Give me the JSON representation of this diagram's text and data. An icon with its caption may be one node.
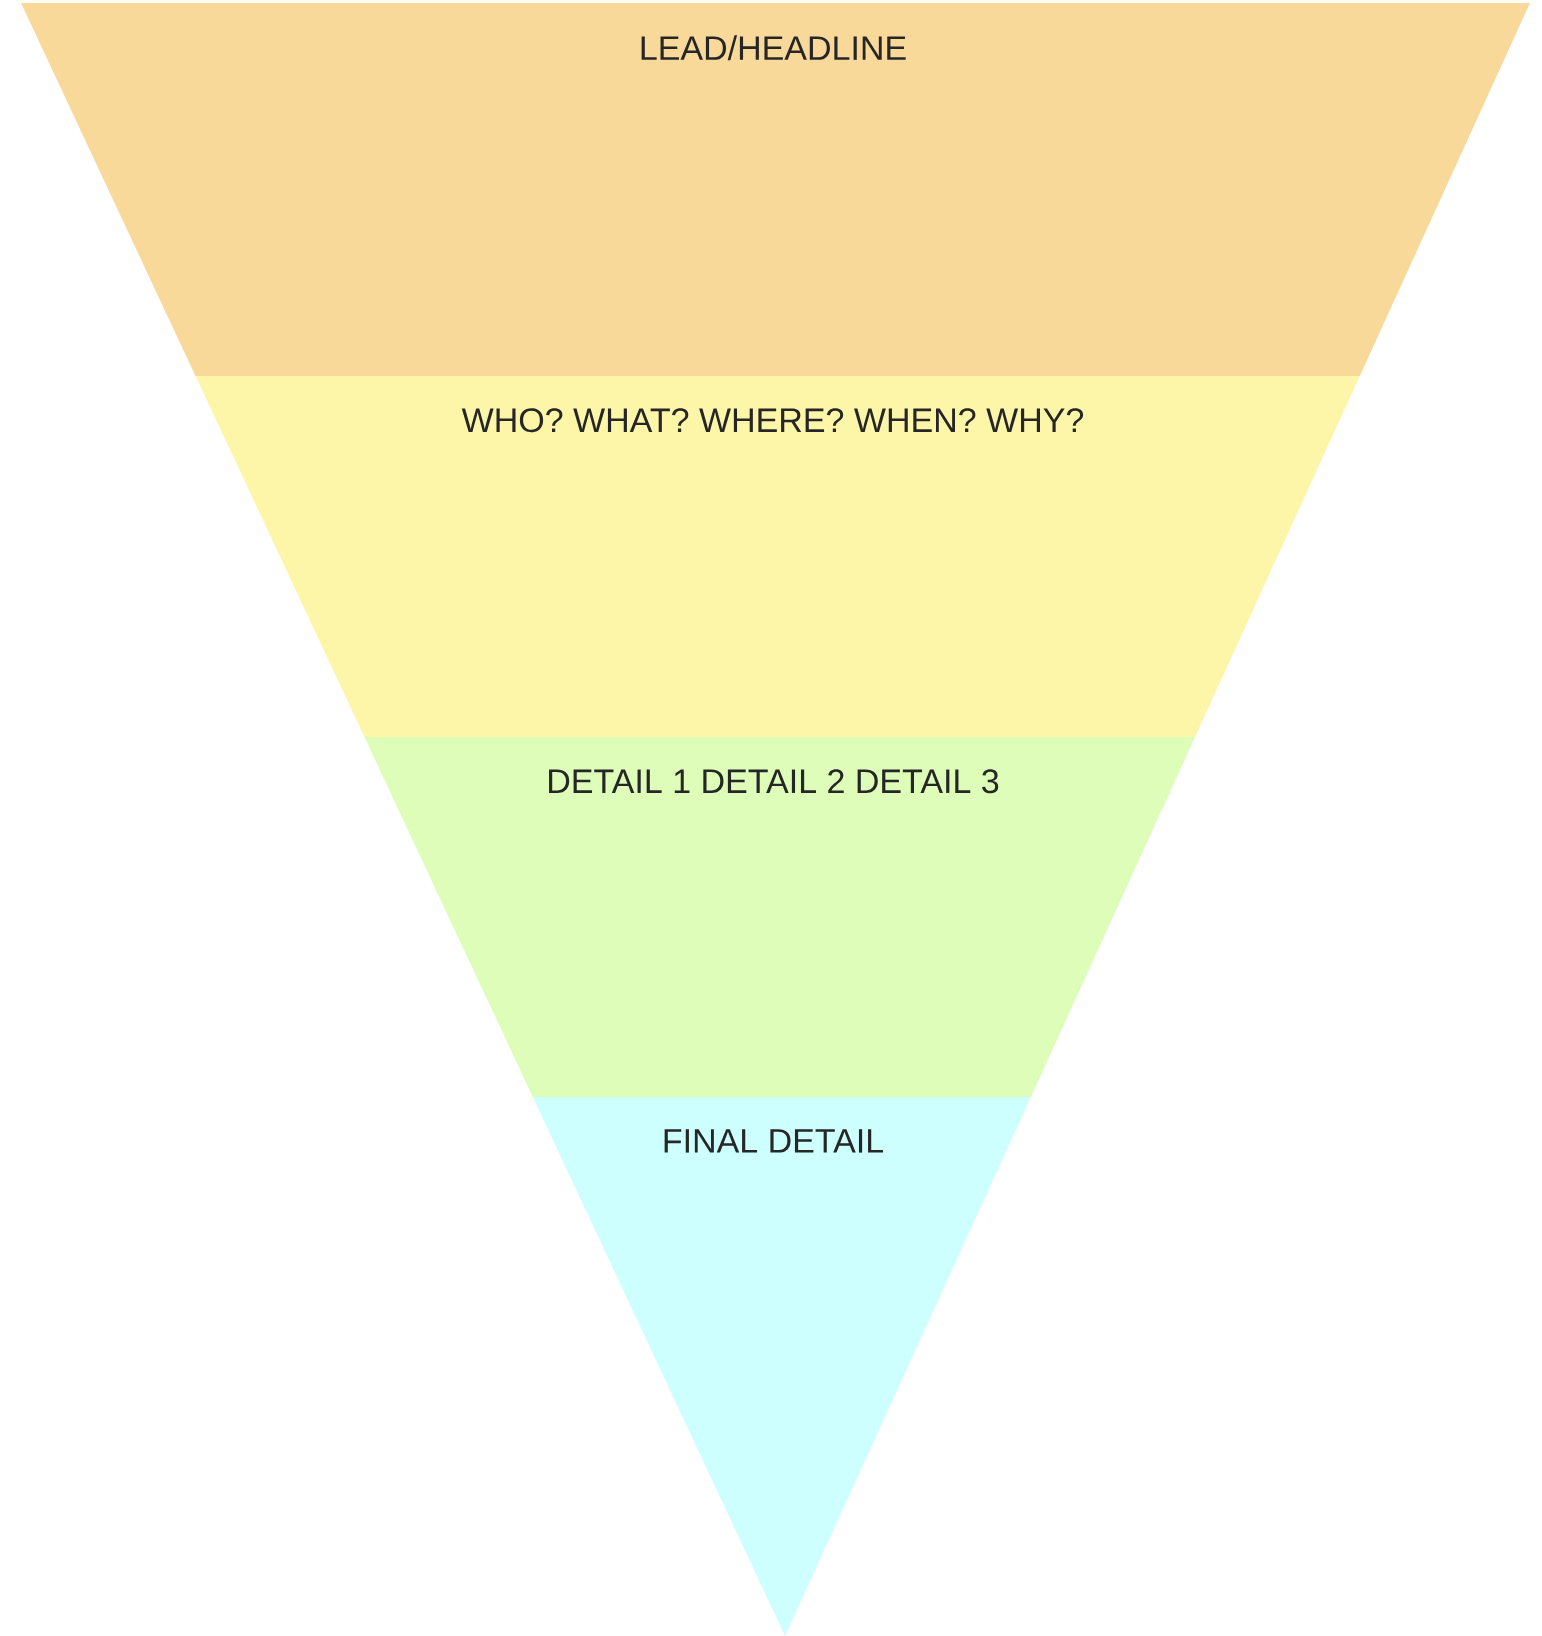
{
  "diagram": {
    "nodes": [
      {
        "text": [
          "LEAD/HEADLINE"
        ]
      },
      {
        "text": [
          "WHO? WHAT? WHERE? WHEN? WHY?"
        ]
      },
      {
        "text": [
          "DETAIL 1 DETAIL 2 DETAIL 3"
        ]
      },
      {
        "text": [
          "FINAL DETAIL"
        ]
      }
    ]
  }
}
